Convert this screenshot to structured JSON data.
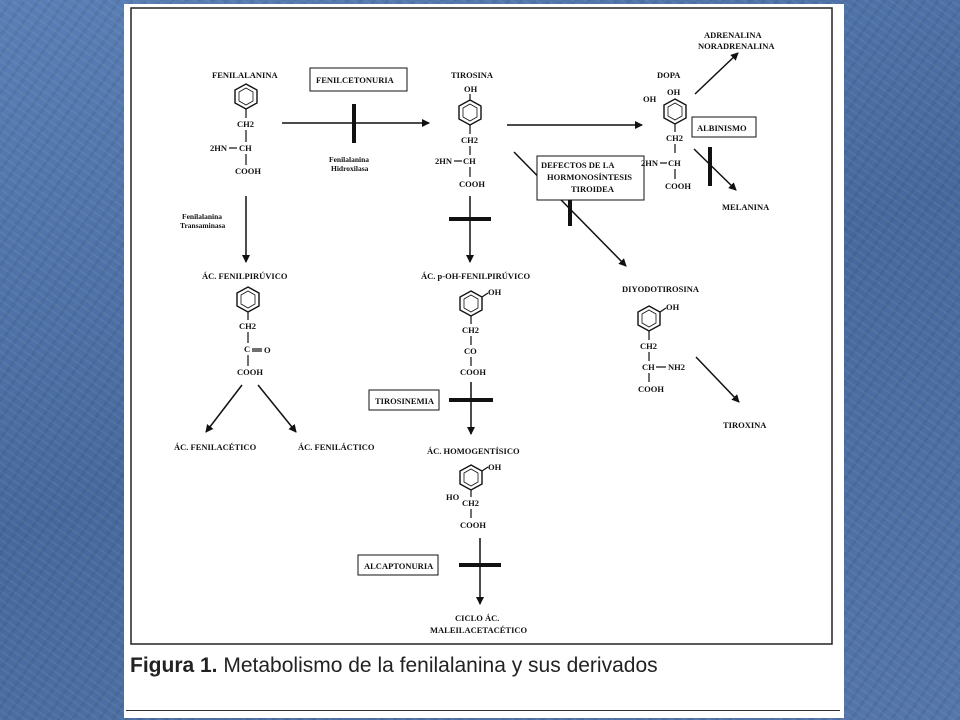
{
  "compounds": {
    "fenilalanina": "FENILALANINA",
    "tirosina": "TIROSINA",
    "dopa": "DOPA",
    "adrenalina": "ADRENALINA",
    "noradrenalina": "NORADRENALINA",
    "melanina": "MELANINA",
    "fenilpiruvico": "ÁC. FENILPIRÚVICO",
    "fenilacetico": "ÁC. FENILACÉTICO",
    "fenilactico": "ÁC. FENILÁCTICO",
    "p_oh_fenilpiruvico": "ÁC. p-OH-FENILPIRÚVICO",
    "homogentisico": "ÁC. HOMOGENTÍSICO",
    "ciclo_line1": "CICLO ÁC.",
    "ciclo_line2": "MALEILACETACÉTICO",
    "diyodotirosina": "DIYODOTIROSINA",
    "tiroxina": "TIROXINA"
  },
  "disorders": {
    "fenilcetonuria": "FENILCETONURIA",
    "albinismo": "ALBINISMO",
    "defectos_line1": "DEFECTOS DE LA",
    "defectos_line2": "HORMONOSÍNTESIS",
    "defectos_line3": "TIROIDEA",
    "tirosinemia": "TIROSINEMIA",
    "alcaptonuria": "ALCAPTONURIA"
  },
  "enzymes": {
    "hidroxilasa_line1": "Fenilalanina",
    "hidroxilasa_line2": "Hidroxilasa",
    "transaminasa_line1": "Fenilalanina",
    "transaminasa_line2": "Transaminasa"
  },
  "groups": {
    "ch2": "CH2",
    "ch": "CH",
    "cooh": "COOH",
    "oh": "OH",
    "ho": "HO",
    "co": "CO",
    "c": "C",
    "o": "O",
    "nh2": "NH2",
    "amine": "2HN",
    "dash": "—"
  },
  "caption": {
    "label": "Figura 1.",
    "text": "Metabolismo de la fenilalanina y sus derivados"
  }
}
